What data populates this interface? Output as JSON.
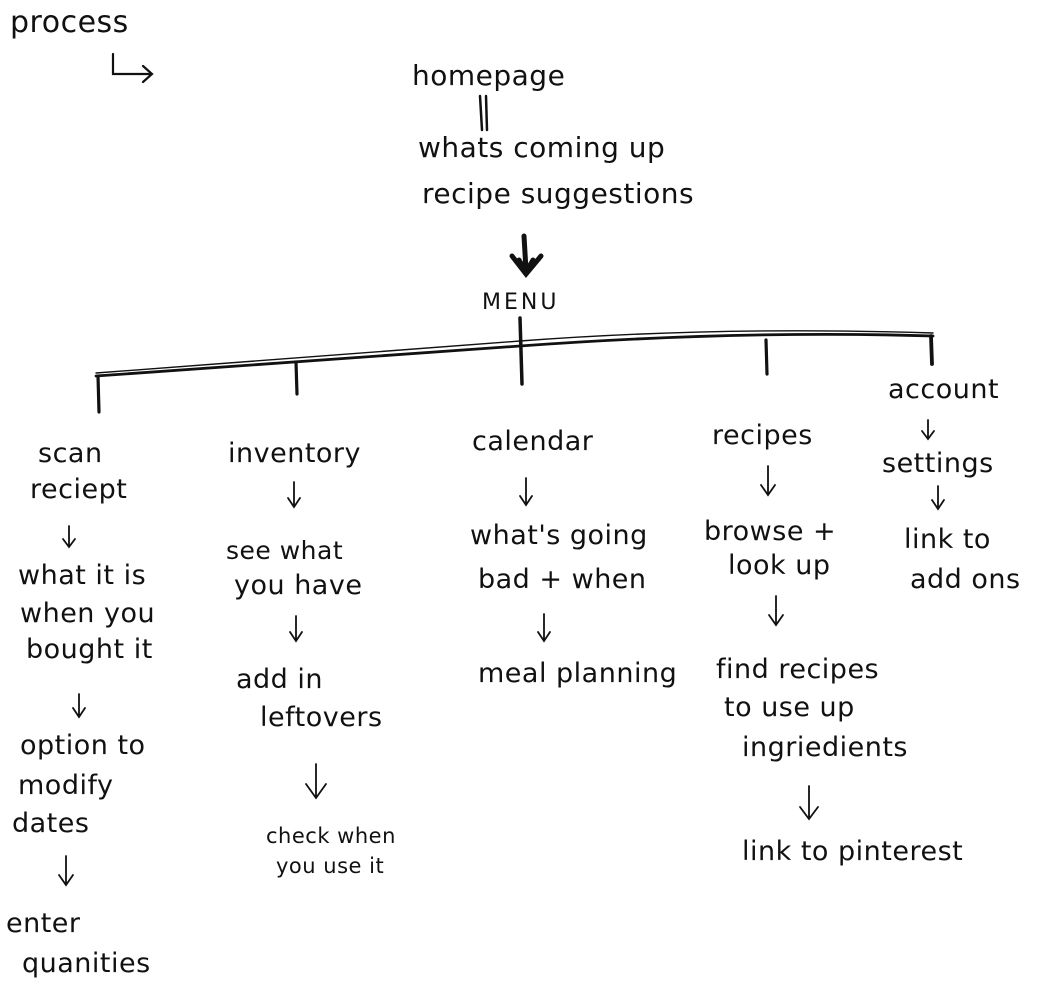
{
  "header": {
    "label": "process"
  },
  "top": {
    "homepage": "homepage",
    "line1": "whats coming up",
    "line2": "recipe suggestions"
  },
  "menu": {
    "label": "MENU"
  },
  "branches": [
    {
      "title": [
        "scan",
        "reciept"
      ],
      "items": [
        [
          "what it is",
          "when you",
          "bought it"
        ],
        [
          "option to",
          "modify",
          "dates"
        ],
        [
          "enter",
          "quanities"
        ]
      ]
    },
    {
      "title": [
        "inventory"
      ],
      "items": [
        [
          "see what",
          "you have"
        ],
        [
          "add in",
          "leftovers"
        ],
        [
          "check when",
          "you use it"
        ]
      ]
    },
    {
      "title": [
        "calendar"
      ],
      "items": [
        [
          "what's going",
          "bad + when"
        ],
        [
          "meal planning"
        ]
      ]
    },
    {
      "title": [
        "recipes"
      ],
      "items": [
        [
          "browse +",
          "look up"
        ],
        [
          "find recipes",
          "to use up",
          "ingriedients"
        ],
        [
          "link to pinterest"
        ]
      ]
    },
    {
      "title": [
        "account"
      ],
      "items": [
        [
          "settings"
        ],
        [
          "link to",
          "add ons"
        ]
      ]
    }
  ]
}
